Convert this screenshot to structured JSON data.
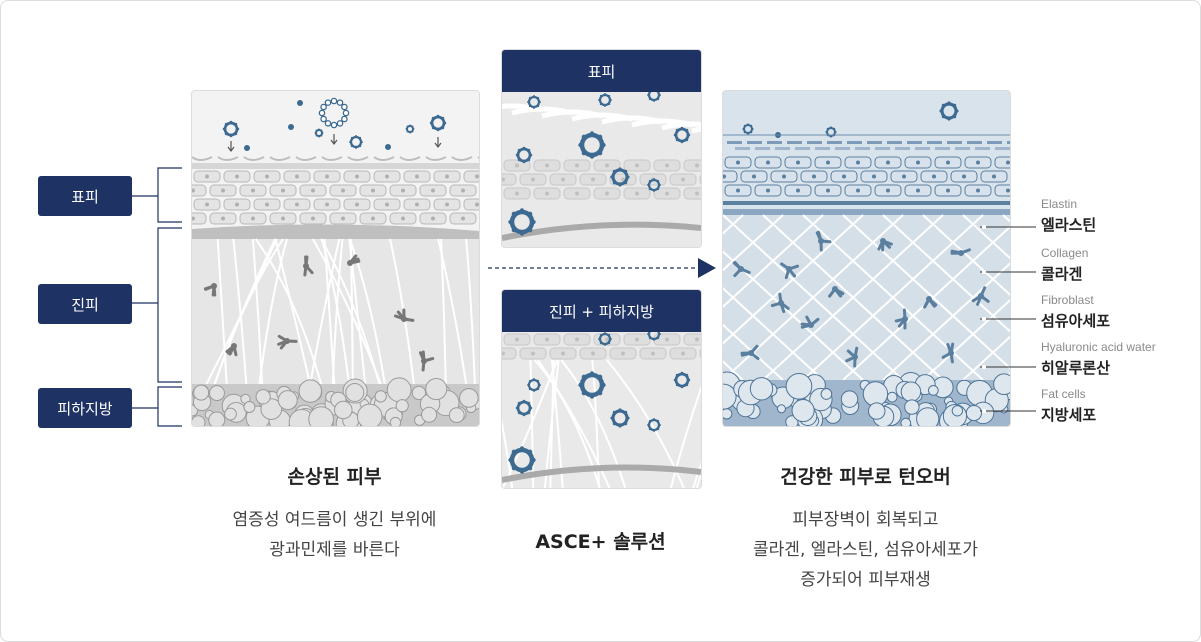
{
  "layer_tags": {
    "epidermis": "표피",
    "dermis": "진피",
    "subcutaneous": "피하지방"
  },
  "damaged": {
    "title": "손상된 피부",
    "desc_line1": "염증성 여드름이 생긴 부위에",
    "desc_line2": "광과민제를 바른다"
  },
  "solution": {
    "top_header": "표피",
    "bottom_header": "진피 + 피하지방",
    "title": "ASCE+ 솔루션"
  },
  "healthy": {
    "title": "건강한 피부로 턴오버",
    "desc_line1": "피부장벽이 회복되고",
    "desc_line2": "콜라겐, 엘라스틴, 섬유아세포가",
    "desc_line3": "증가되어 피부재생"
  },
  "labels": [
    {
      "en": "Elastin",
      "ko": "엘라스틴"
    },
    {
      "en": "Collagen",
      "ko": "콜라겐"
    },
    {
      "en": "Fibroblast",
      "ko": "섬유아세포"
    },
    {
      "en": "Hyaluronic acid water",
      "ko": "히알루론산"
    },
    {
      "en": "Fat cells",
      "ko": "지방세포"
    }
  ],
  "colors": {
    "navy": "#1e3264",
    "particle": "#3d6a91",
    "healthy_bg": "#d5dfe8"
  }
}
